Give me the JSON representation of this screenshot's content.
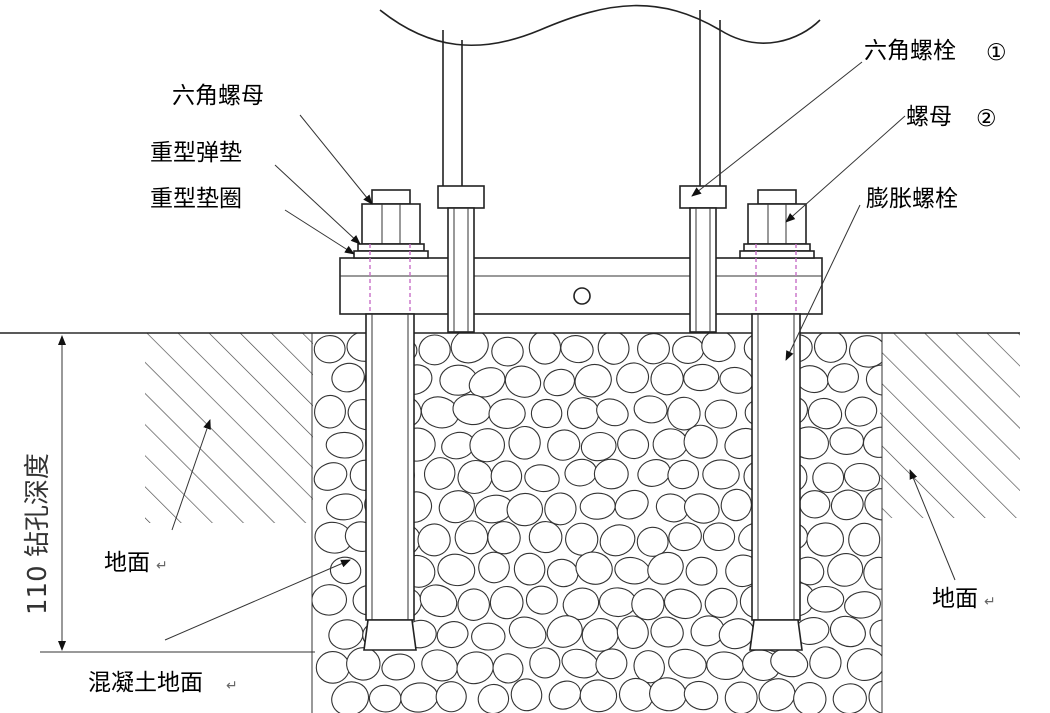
{
  "labels": {
    "hex_nut": "六角螺母",
    "heavy_spring_washer": "重型弹垫",
    "heavy_washer": "重型垫圈",
    "hex_bolt": "六角螺栓",
    "hex_bolt_num": "①",
    "nut": "螺母",
    "nut_num": "②",
    "expansion_bolt": "膨胀螺栓",
    "ground_left": "地面",
    "ground_right": "地面",
    "concrete_ground": "混凝土地面",
    "drill_depth": "110 钻孔深度",
    "return_mark": "↵"
  },
  "colors": {
    "line": "#222222",
    "dashed": "#c86fc8",
    "hatch": "#444444"
  }
}
